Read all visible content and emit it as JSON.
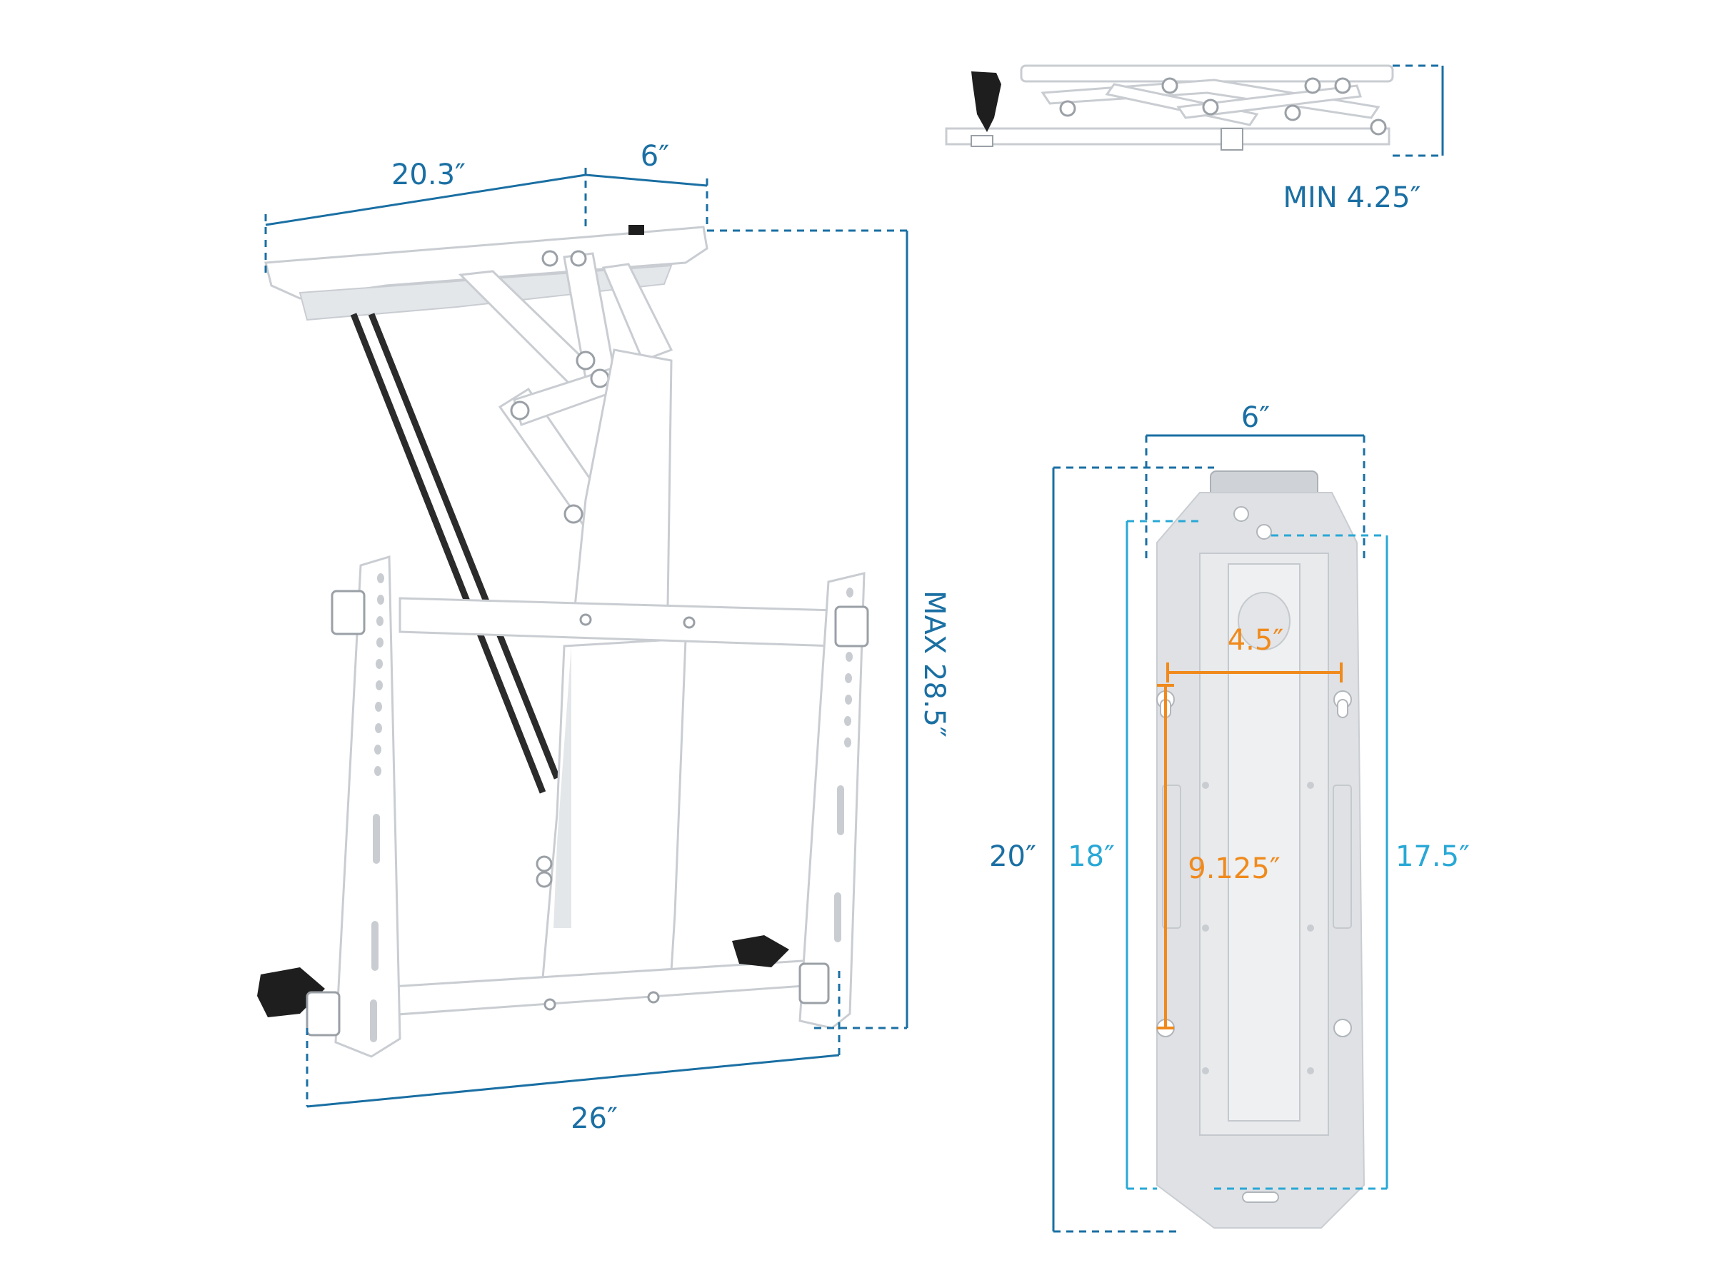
{
  "colors": {
    "dim_blue": "#1a6fa3",
    "dim_cyan": "#29a8d6",
    "dim_orange": "#f08a1c",
    "part_white": "#ffffff",
    "part_outline": "#c9cdd2",
    "part_shade": "#e4e7ea",
    "plate_gray": "#dfe1e4",
    "rod_dark": "#2b2b2b",
    "handle_black": "#1e1e1e"
  },
  "dimensions": {
    "mount_depth": "20.3″",
    "mount_width": "6″",
    "mount_min_height": "MIN 4.25″",
    "mount_max_height": "MAX 28.5″",
    "tv_bracket_width": "26″",
    "plate_width": "6″",
    "plate_length": "20″",
    "plate_hole_span": "18″",
    "plate_inner_length": "17.5″",
    "plate_hole_spacing_h": "4.5″",
    "plate_hole_spacing_v": "9.125″"
  }
}
